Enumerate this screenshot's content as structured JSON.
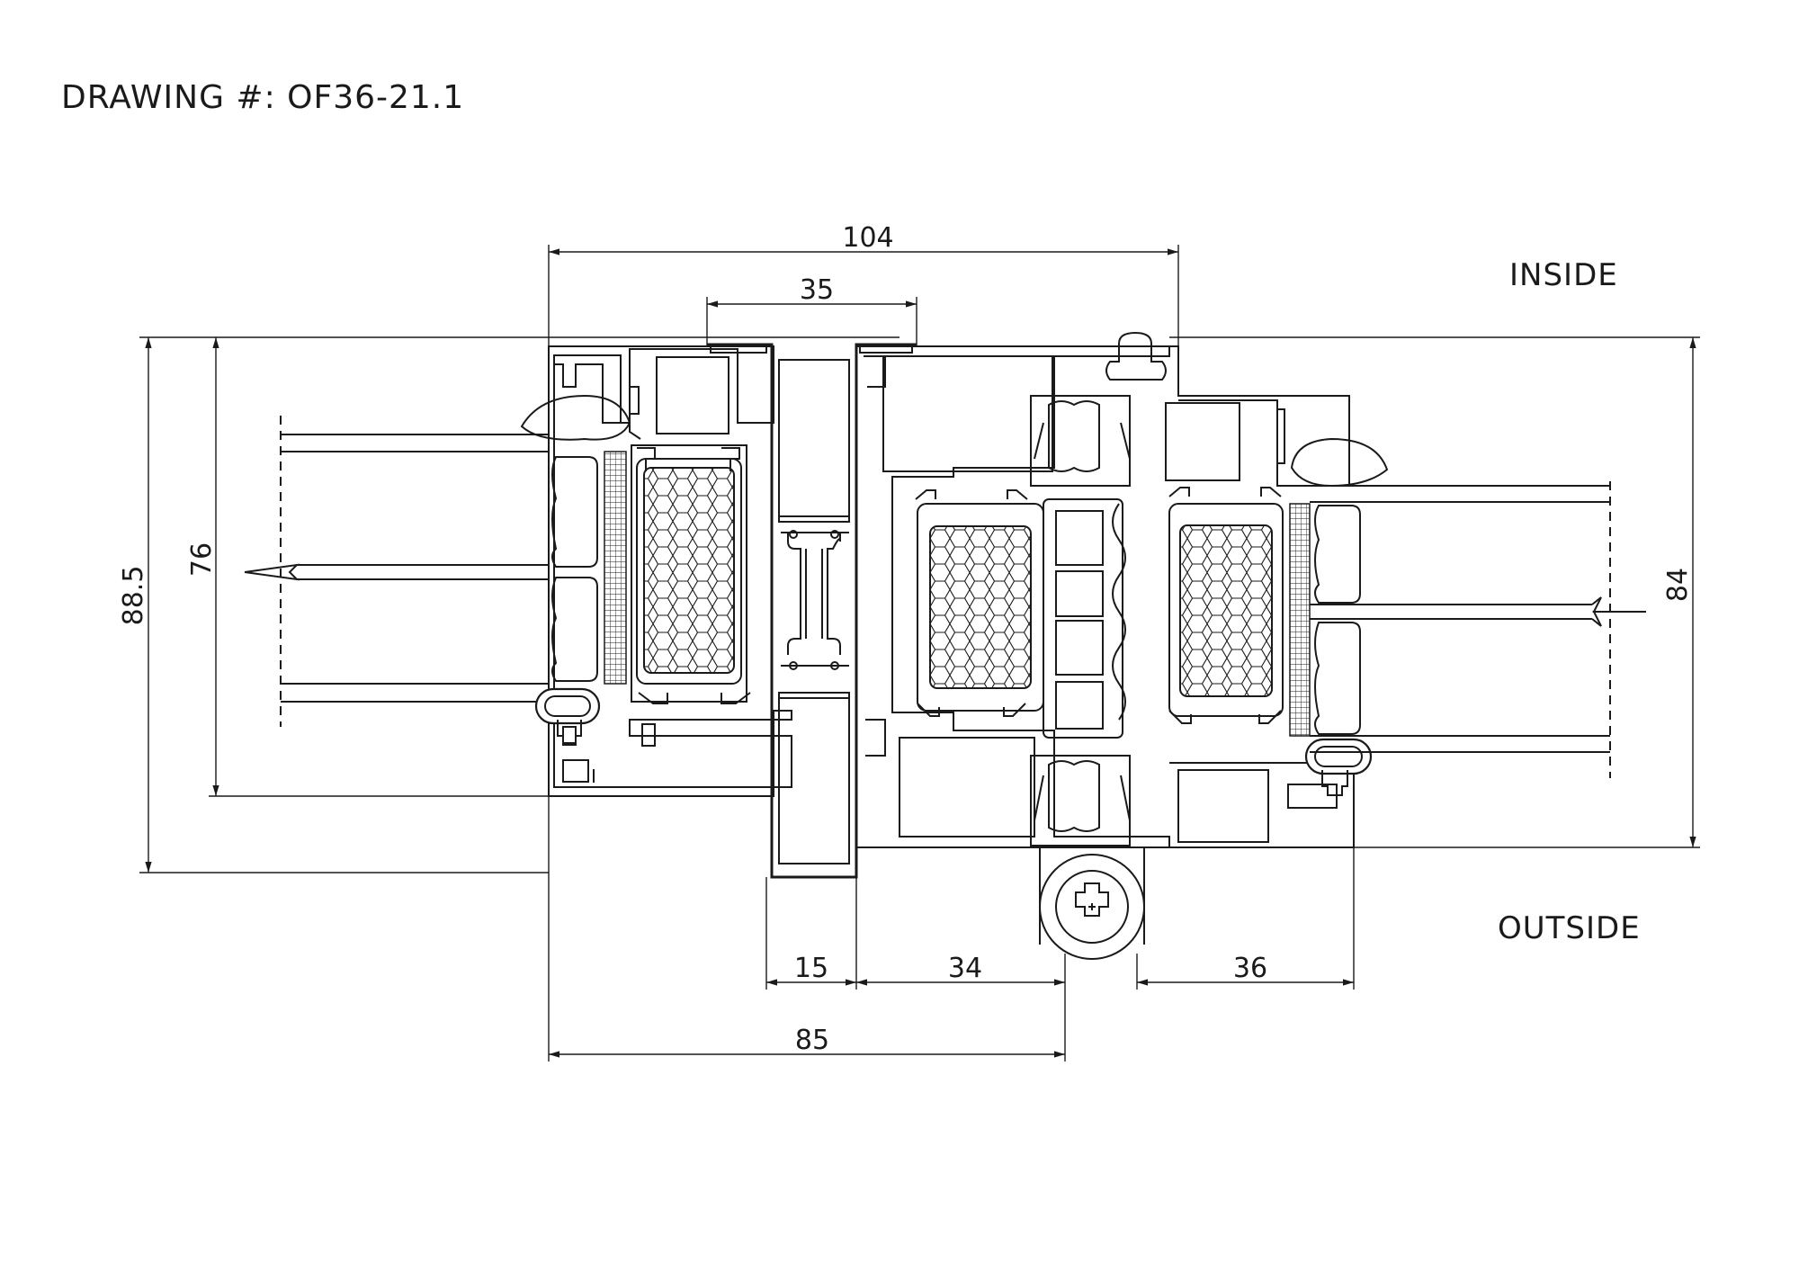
{
  "drawing": {
    "title": "DRAWING #: OF36-21.1",
    "inside_label": "INSIDE",
    "outside_label": "OUTSIDE"
  },
  "dimensions": {
    "overall_width": "104",
    "center_sash_width": "35",
    "left_height": "88.5",
    "left_glass_height": "76",
    "right_height": "84",
    "mullion_width": "15",
    "sash_width": "34",
    "right_frame_width": "36",
    "frame_to_center": "85"
  }
}
